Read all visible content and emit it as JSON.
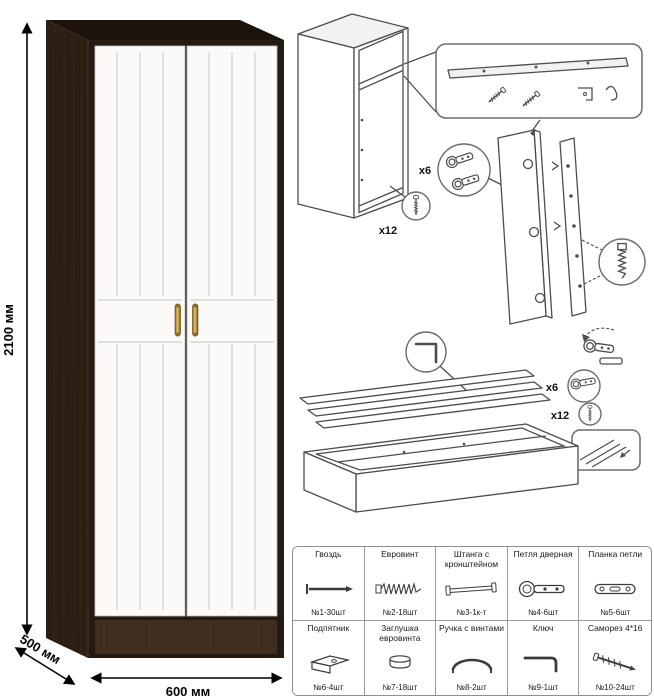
{
  "dimensions": {
    "height_label": "2100 мм",
    "depth_label": "500 мм",
    "width_label": "600 мм"
  },
  "assembly_diagram": {
    "labels": {
      "hinge_qty_top": "x6",
      "nail_qty_top": "x12",
      "hinge_qty_bottom": "x6",
      "screw_qty_bottom": "x12"
    }
  },
  "parts_table": {
    "rows": [
      [
        {
          "name": "Гвоздь",
          "qty": "№1-30шт"
        },
        {
          "name": "Евровинт",
          "qty": "№2-18шт"
        },
        {
          "name": "Штанга с кронштейном",
          "qty": "№3-1к-т"
        },
        {
          "name": "Петля дверная",
          "qty": "№4-6шт"
        },
        {
          "name": "Планка петли",
          "qty": "№5-6шт"
        }
      ],
      [
        {
          "name": "Подпятник",
          "qty": "№6-4шт"
        },
        {
          "name": "Заглушка евровинта",
          "qty": "№7-18шт"
        },
        {
          "name": "Ручка с винтами",
          "qty": "№8-2шт"
        },
        {
          "name": "Ключ",
          "qty": "№9-1шт"
        },
        {
          "name": "Саморез 4*16",
          "qty": "№10-24шт"
        }
      ]
    ]
  }
}
